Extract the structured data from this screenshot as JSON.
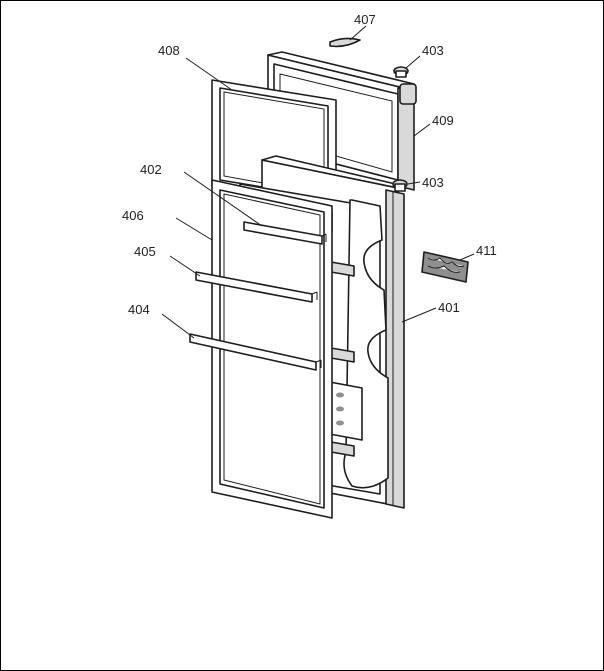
{
  "callouts": {
    "p407": "407",
    "p403_top": "403",
    "p408": "408",
    "p409": "409",
    "p403_mid": "403",
    "p402": "402",
    "p406": "406",
    "p411": "411",
    "p405": "405",
    "p401": "401",
    "p404": "404"
  },
  "colors": {
    "ink": "#1e1e1e",
    "panel_fill": "#d9d9d9",
    "background": "#ffffff"
  }
}
